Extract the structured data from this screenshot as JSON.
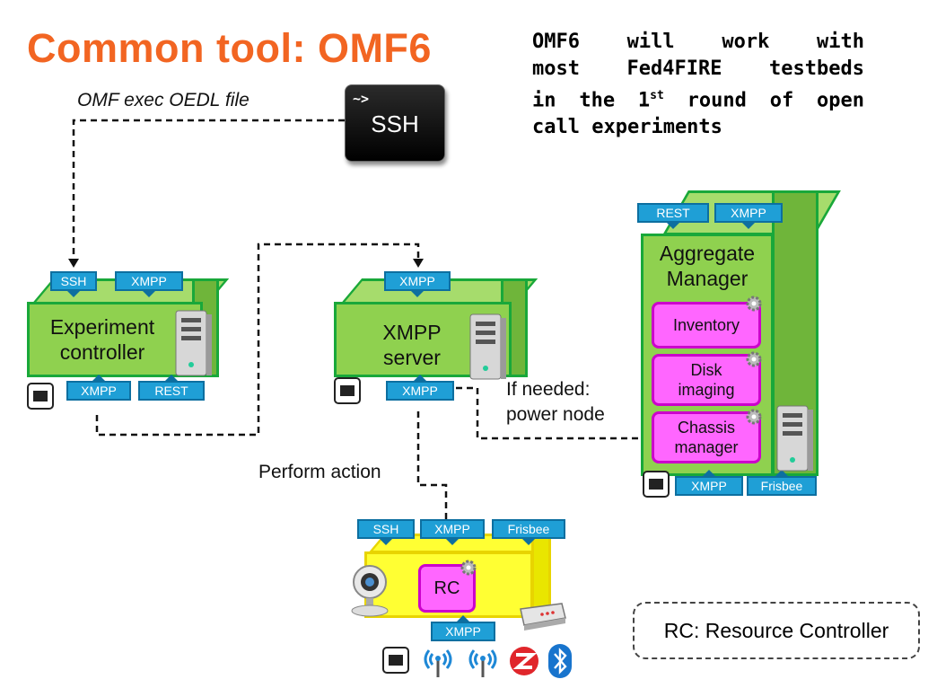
{
  "slide_title": "Common tool: OMF6",
  "note_lines": [
    "OMF6 will work with",
    "most Fed4FIRE testbeds",
    "in the 1",
    "round of open",
    "call experiments"
  ],
  "note_sup": "st",
  "exec_label": "OMF exec OEDL file",
  "terminal": {
    "prompt": "~>",
    "label": "SSH"
  },
  "experiment_controller": {
    "label_line1": "Experiment",
    "label_line2": "controller",
    "top_tags": [
      "SSH",
      "XMPP"
    ],
    "bottom_tags": [
      "XMPP",
      "REST"
    ]
  },
  "xmpp_server": {
    "label_line1": "XMPP",
    "label_line2": "server",
    "top_tag": "XMPP",
    "bottom_tag": "XMPP"
  },
  "aggregate_manager": {
    "label_line1": "Aggregate",
    "label_line2": "Manager",
    "top_tags": [
      "REST",
      "XMPP"
    ],
    "components": [
      {
        "line1": "Inventory",
        "line2": ""
      },
      {
        "line1": "Disk",
        "line2": "imaging"
      },
      {
        "line1": "Chassis",
        "line2": "manager"
      }
    ],
    "bottom_tags": [
      "XMPP",
      "Frisbee"
    ]
  },
  "if_needed_line1": "If needed:",
  "if_needed_line2": "power node",
  "perform_action": "Perform action",
  "resource_node": {
    "rc_label": "RC",
    "top_tags": [
      "SSH",
      "XMPP",
      "Frisbee"
    ],
    "bottom_tag": "XMPP"
  },
  "legend": "RC: Resource Controller",
  "colors": {
    "title": "#f26522",
    "box_green": "#8fd14f",
    "box_border": "#19a83a",
    "tag_blue": "#1f9fd6",
    "pink": "#ff66ff",
    "yellow": "#ffff33"
  },
  "icons": [
    "ssh-terminal-icon",
    "server-tower-icon",
    "ethernet-port-icon",
    "gear-icon",
    "webcam-icon",
    "router-icon",
    "wireless-antenna-icon",
    "zigbee-icon",
    "bluetooth-icon"
  ]
}
